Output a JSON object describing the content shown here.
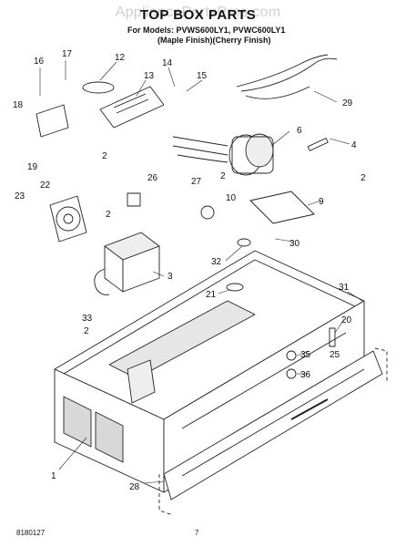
{
  "watermark": "AppliancePartsPros.com",
  "title": "TOP BOX PARTS",
  "models_line1": "For Models: PVWS600LY1, PVWC600LY1",
  "models_line2": "(Maple Finish)(Cherry Finish)",
  "footer": {
    "doc_number": "8180127",
    "page_number": "7"
  },
  "callouts": [
    "16",
    "17",
    "12",
    "13",
    "14",
    "15",
    "29",
    "18",
    "19",
    "6",
    "4",
    "2",
    "26",
    "22",
    "23",
    "2",
    "27",
    "2",
    "10",
    "9",
    "2",
    "30",
    "32",
    "21",
    "3",
    "31",
    "20",
    "33",
    "2",
    "35",
    "25",
    "36",
    "1",
    "28"
  ]
}
